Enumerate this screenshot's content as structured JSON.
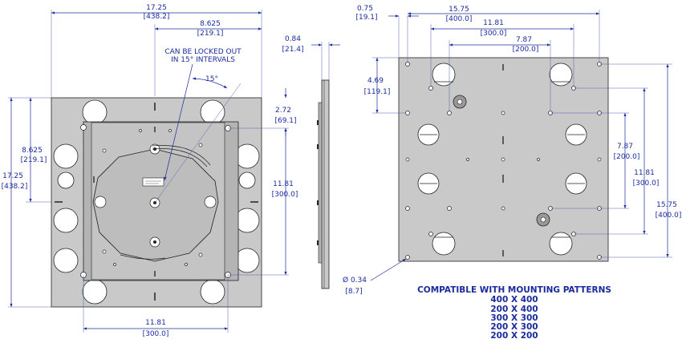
{
  "left_view": {
    "width_outer": {
      "in": "17.25",
      "mm": "[438.2]"
    },
    "width_half": {
      "in": "8.625",
      "mm": "[219.1]"
    },
    "height_outer": {
      "in": "17.25",
      "mm": "[438.2]"
    },
    "height_half": {
      "in": "8.625",
      "mm": "[219.1]"
    },
    "offset_side": {
      "in": "2.72",
      "mm": "[69.1]"
    },
    "pattern_vertical": {
      "in": "11.81",
      "mm": "[300.0]"
    },
    "pattern_horizontal": {
      "in": "11.81",
      "mm": "[300.0]"
    },
    "lock_note_line1": "CAN BE LOCKED OUT",
    "lock_note_line2": "IN 15° INTERVALS",
    "angle_label": "15°"
  },
  "side_view": {
    "thickness": {
      "in": "0.84",
      "mm": "[21.4]"
    }
  },
  "right_view": {
    "edge_offset": {
      "in": "0.75",
      "mm": "[19.1]"
    },
    "pattern_400": {
      "in": "15.75",
      "mm": "[400.0]"
    },
    "pattern_300": {
      "in": "11.81",
      "mm": "[300.0]"
    },
    "pattern_200": {
      "in": "7.87",
      "mm": "[200.0]"
    },
    "vertical_offset": {
      "in": "4.69",
      "mm": "[119.1]"
    },
    "v_pattern_200": {
      "in": "7.87",
      "mm": "[200.0]"
    },
    "v_pattern_300": {
      "in": "11.81",
      "mm": "[300.0]"
    },
    "v_pattern_400": {
      "in": "15.75",
      "mm": "[400.0]"
    },
    "hole_diameter": {
      "in": "Ø 0.34",
      "mm": "[8.7]"
    }
  },
  "compatibility": {
    "title": "COMPATIBLE WITH MOUNTING PATTERNS",
    "patterns": [
      "400 X 400",
      "200 X 400",
      "300 X 300",
      "200 X 300",
      "200 X 200"
    ]
  },
  "colors": {
    "dimension": "#1a2b9c",
    "plate": "#c9c9c9",
    "plate_inner": "#b4b4b4",
    "line": "#222222"
  }
}
